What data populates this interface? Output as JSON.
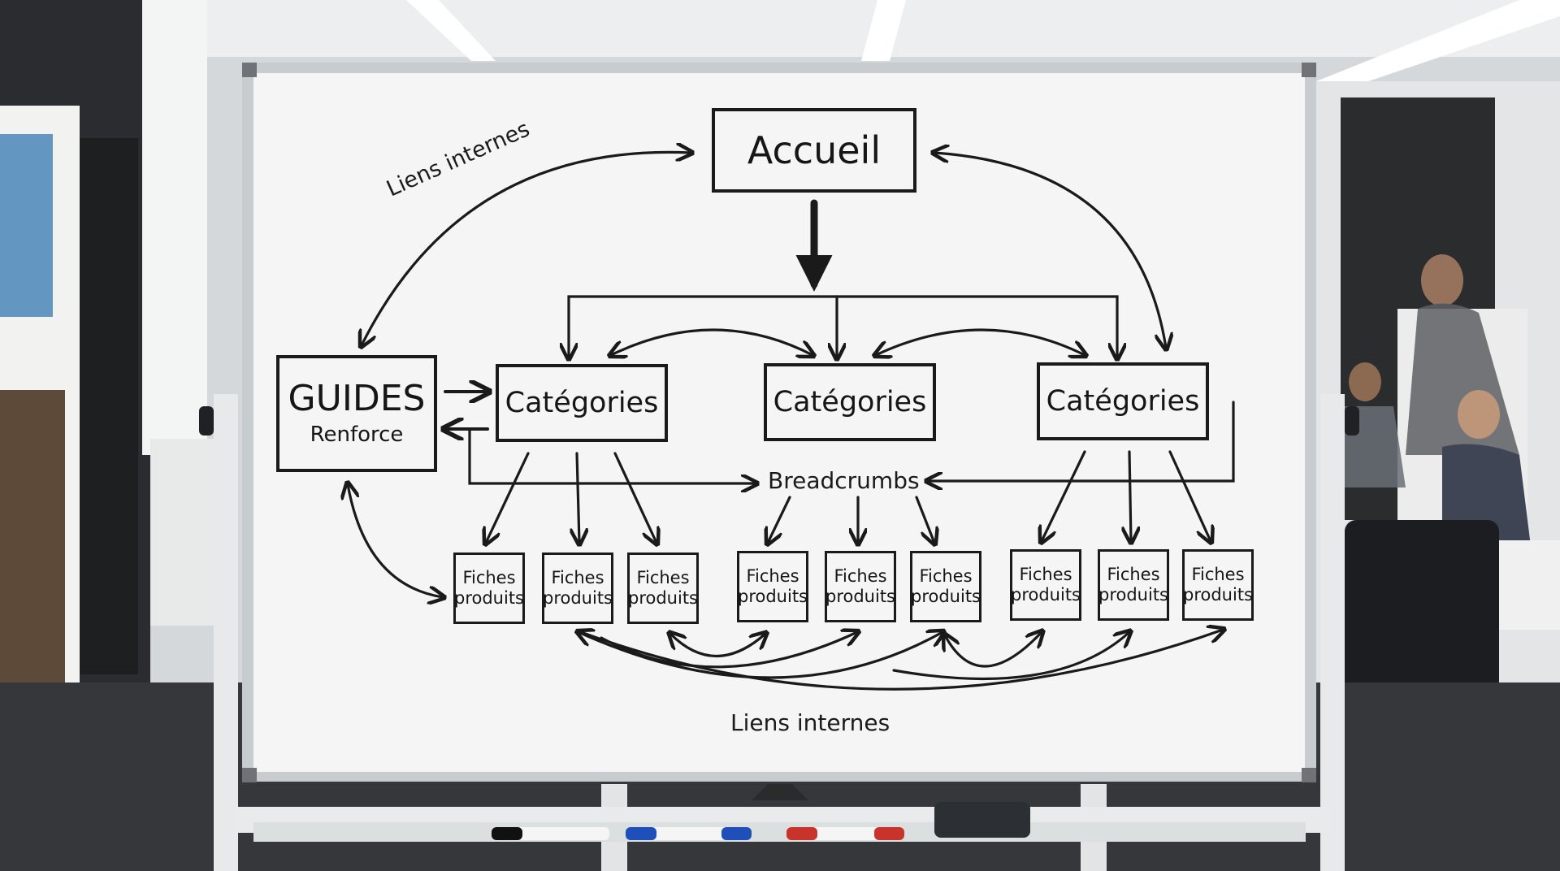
{
  "diagram": {
    "home": "Accueil",
    "guides_title": "GUIDES",
    "guides_sub": "Renforce",
    "categories": [
      "Catégories",
      "Catégories",
      "Catégories"
    ],
    "breadcrumbs": "Breadcrumbs",
    "links_top": "Liens internes",
    "links_bottom": "Liens internes",
    "product_label": "Fiches\nproduits",
    "products": [
      "Fiches\nproduits",
      "Fiches\nproduits",
      "Fiches\nproduits",
      "Fiches\nproduits",
      "Fiches\nproduits",
      "Fiches\nproduits",
      "Fiches\nproduits",
      "Fiches\nproduits",
      "Fiches\nproduits"
    ]
  },
  "colors": {
    "board": "#f4f5f4",
    "frame": "#c9ccce",
    "ink": "#1a1a1a",
    "marker_black": "#111111",
    "marker_blue": "#1f4fb8",
    "marker_red": "#c8332b",
    "eraser": "#2c2f33"
  }
}
